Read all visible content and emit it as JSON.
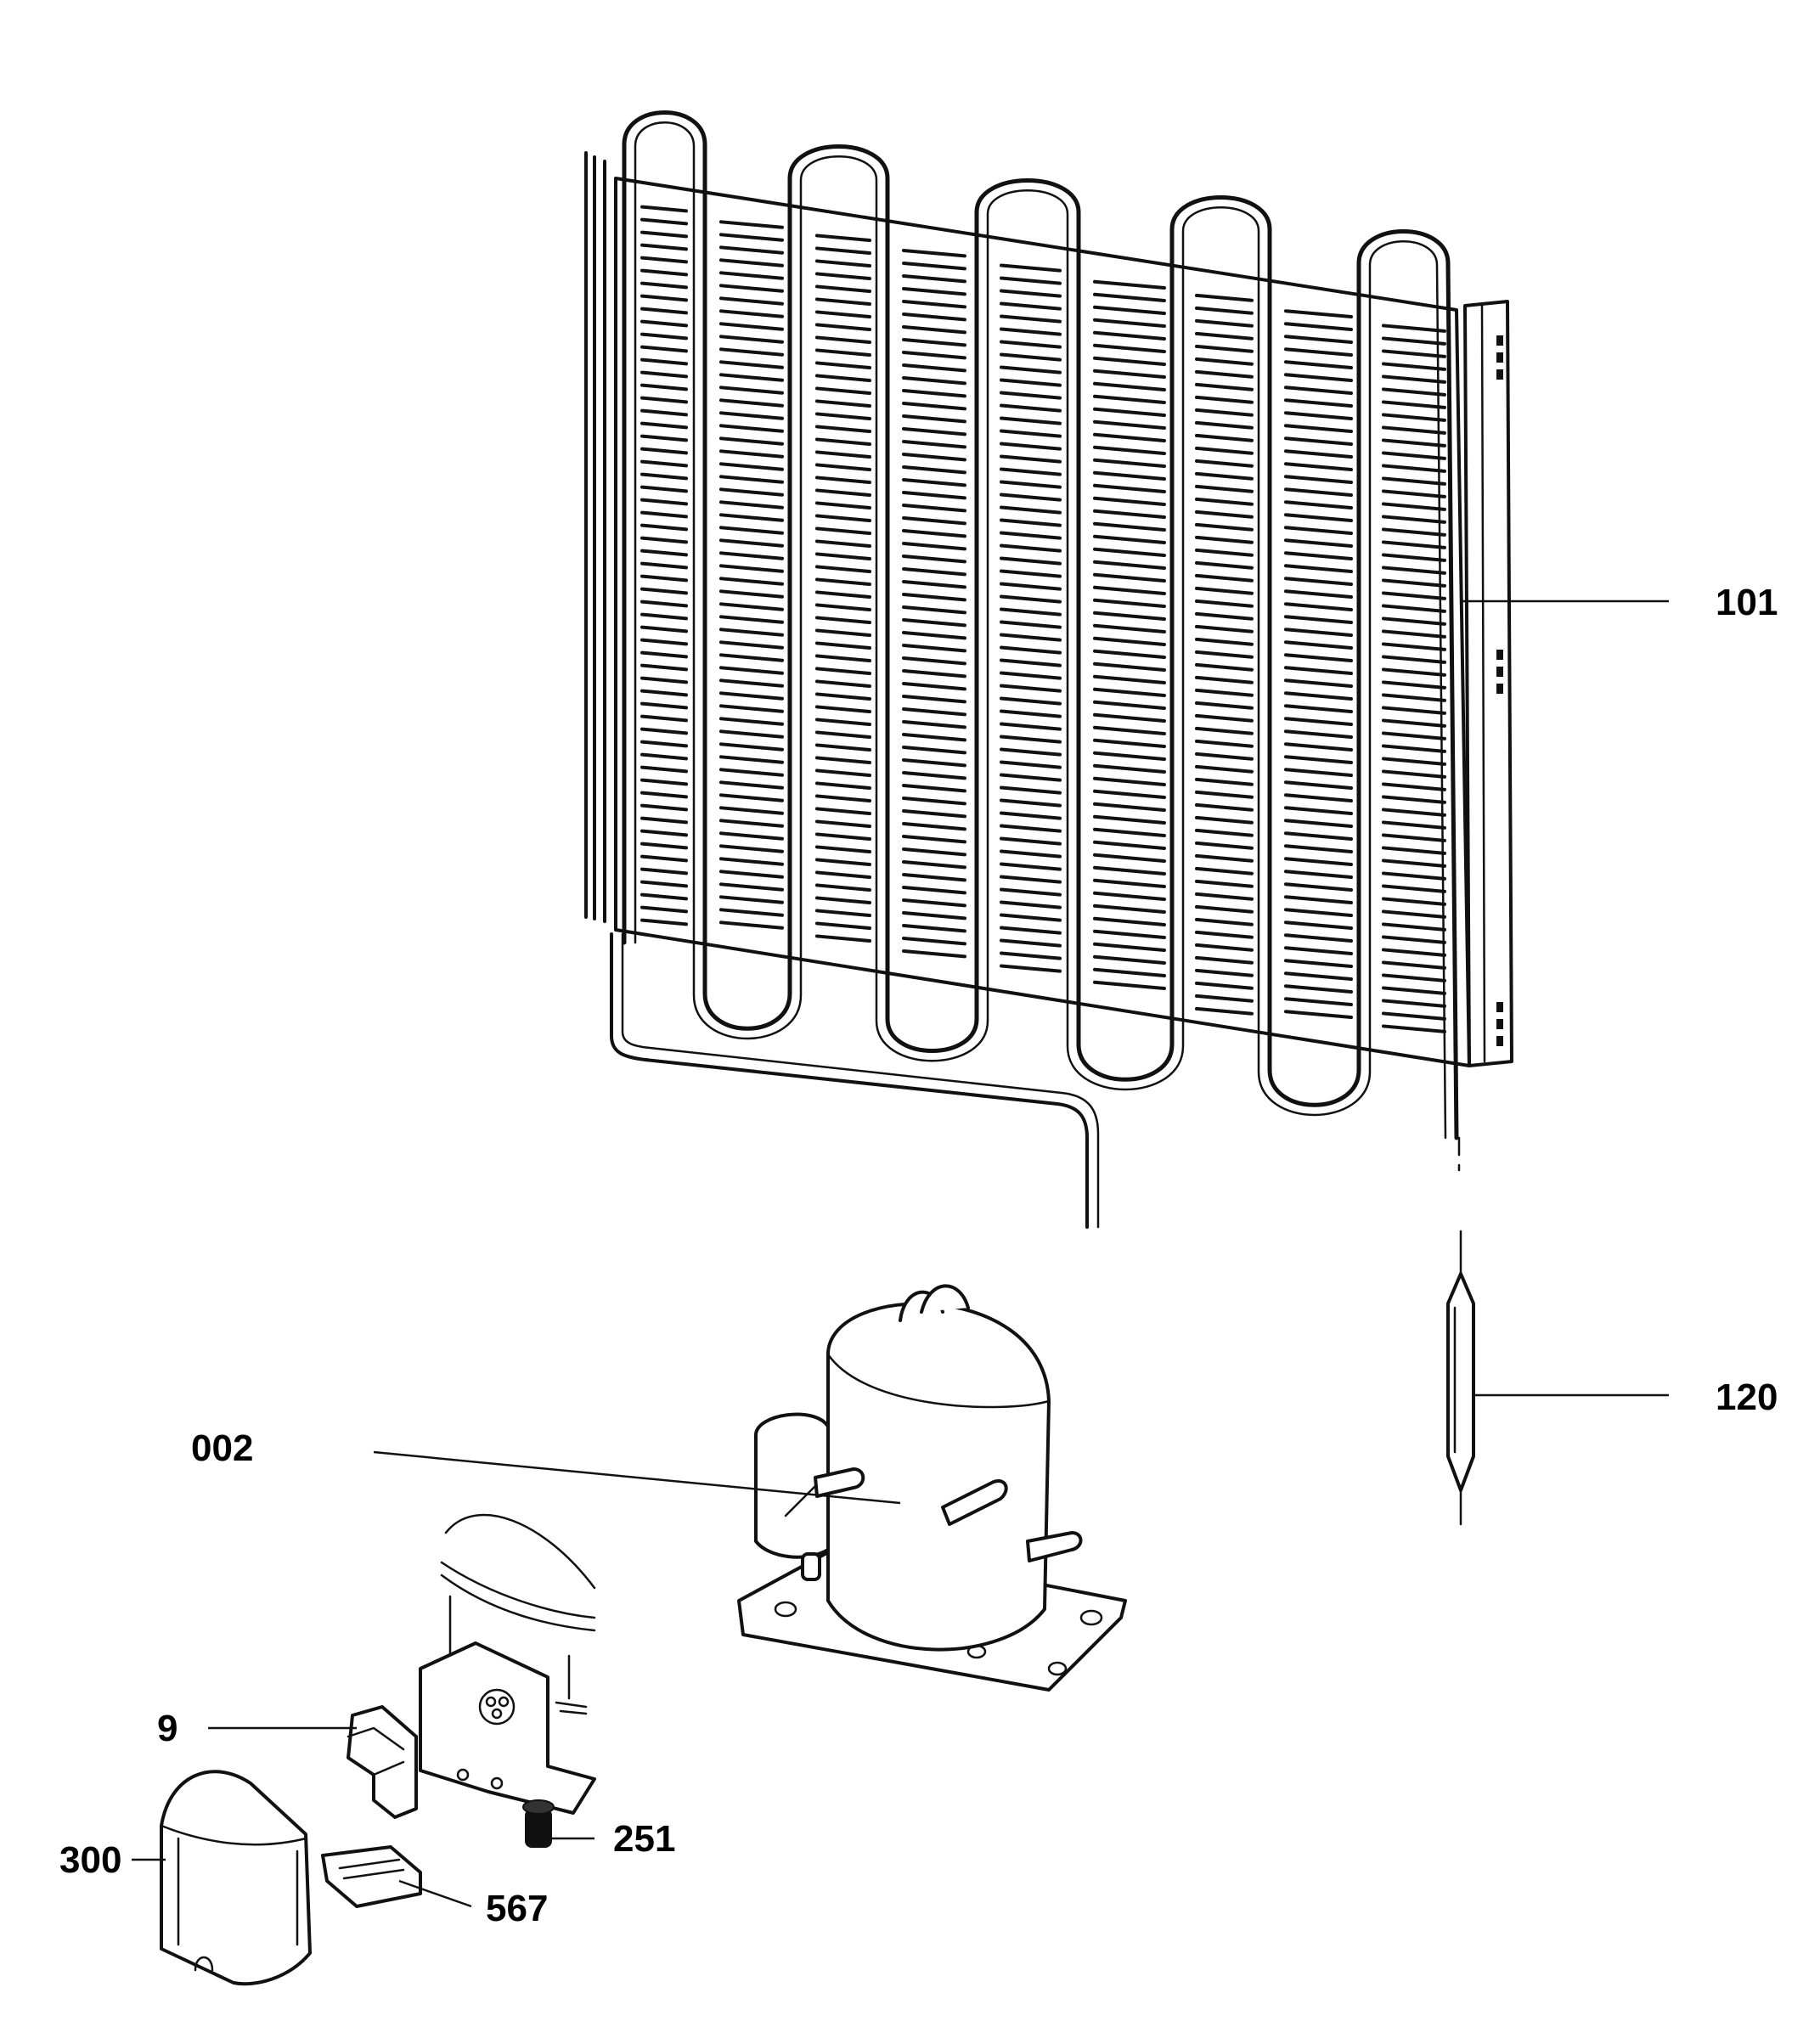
{
  "callouts": [
    {
      "id": "condenser",
      "label": "101"
    },
    {
      "id": "filter-drier",
      "label": "120"
    },
    {
      "id": "compressor",
      "label": "002"
    },
    {
      "id": "relay",
      "label": "9"
    },
    {
      "id": "cover",
      "label": "300"
    },
    {
      "id": "grommet",
      "label": "251"
    },
    {
      "id": "clip",
      "label": "567"
    }
  ]
}
